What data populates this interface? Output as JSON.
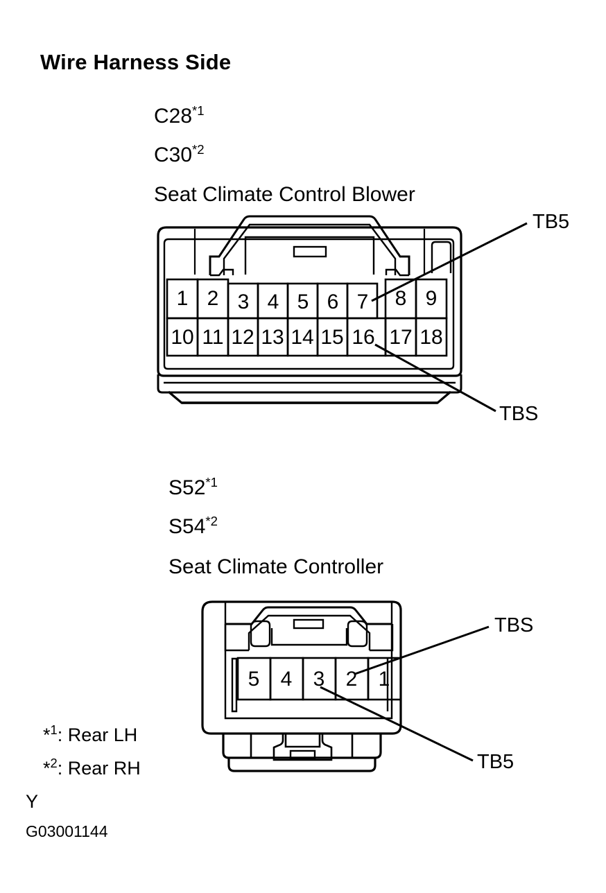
{
  "page": {
    "title": "Wire Harness Side",
    "figure_id": "G03001144",
    "y_mark": "Y",
    "background_color": "#ffffff",
    "line_color": "#000000"
  },
  "footnotes": [
    {
      "marker": "*",
      "sup": "1",
      "text": ": Rear LH"
    },
    {
      "marker": "*",
      "sup": "2",
      "text": ": Rear RH"
    }
  ],
  "connectors": [
    {
      "id": "seat-climate-control-blower",
      "codes": [
        {
          "code": "C28",
          "sup": "1"
        },
        {
          "code": "C30",
          "sup": "2"
        }
      ],
      "name": "Seat Climate Control Blower",
      "pin_count": 18,
      "rows": [
        [
          "1",
          "2",
          "3",
          "4",
          "5",
          "6",
          "7",
          "8",
          "9"
        ],
        [
          "10",
          "11",
          "12",
          "13",
          "14",
          "15",
          "16",
          "17",
          "18"
        ]
      ],
      "callouts": [
        {
          "label": "TB5",
          "target_pin": "7"
        },
        {
          "label": "TBS",
          "target_pin": "16"
        }
      ]
    },
    {
      "id": "seat-climate-controller",
      "codes": [
        {
          "code": "S52",
          "sup": "1"
        },
        {
          "code": "S54",
          "sup": "2"
        }
      ],
      "name": "Seat Climate Controller",
      "pin_count": 5,
      "rows": [
        [
          "5",
          "4",
          "3",
          "2",
          "1"
        ]
      ],
      "callouts": [
        {
          "label": "TBS",
          "target_pin": "2"
        },
        {
          "label": "TB5",
          "target_pin": "3"
        }
      ]
    }
  ]
}
